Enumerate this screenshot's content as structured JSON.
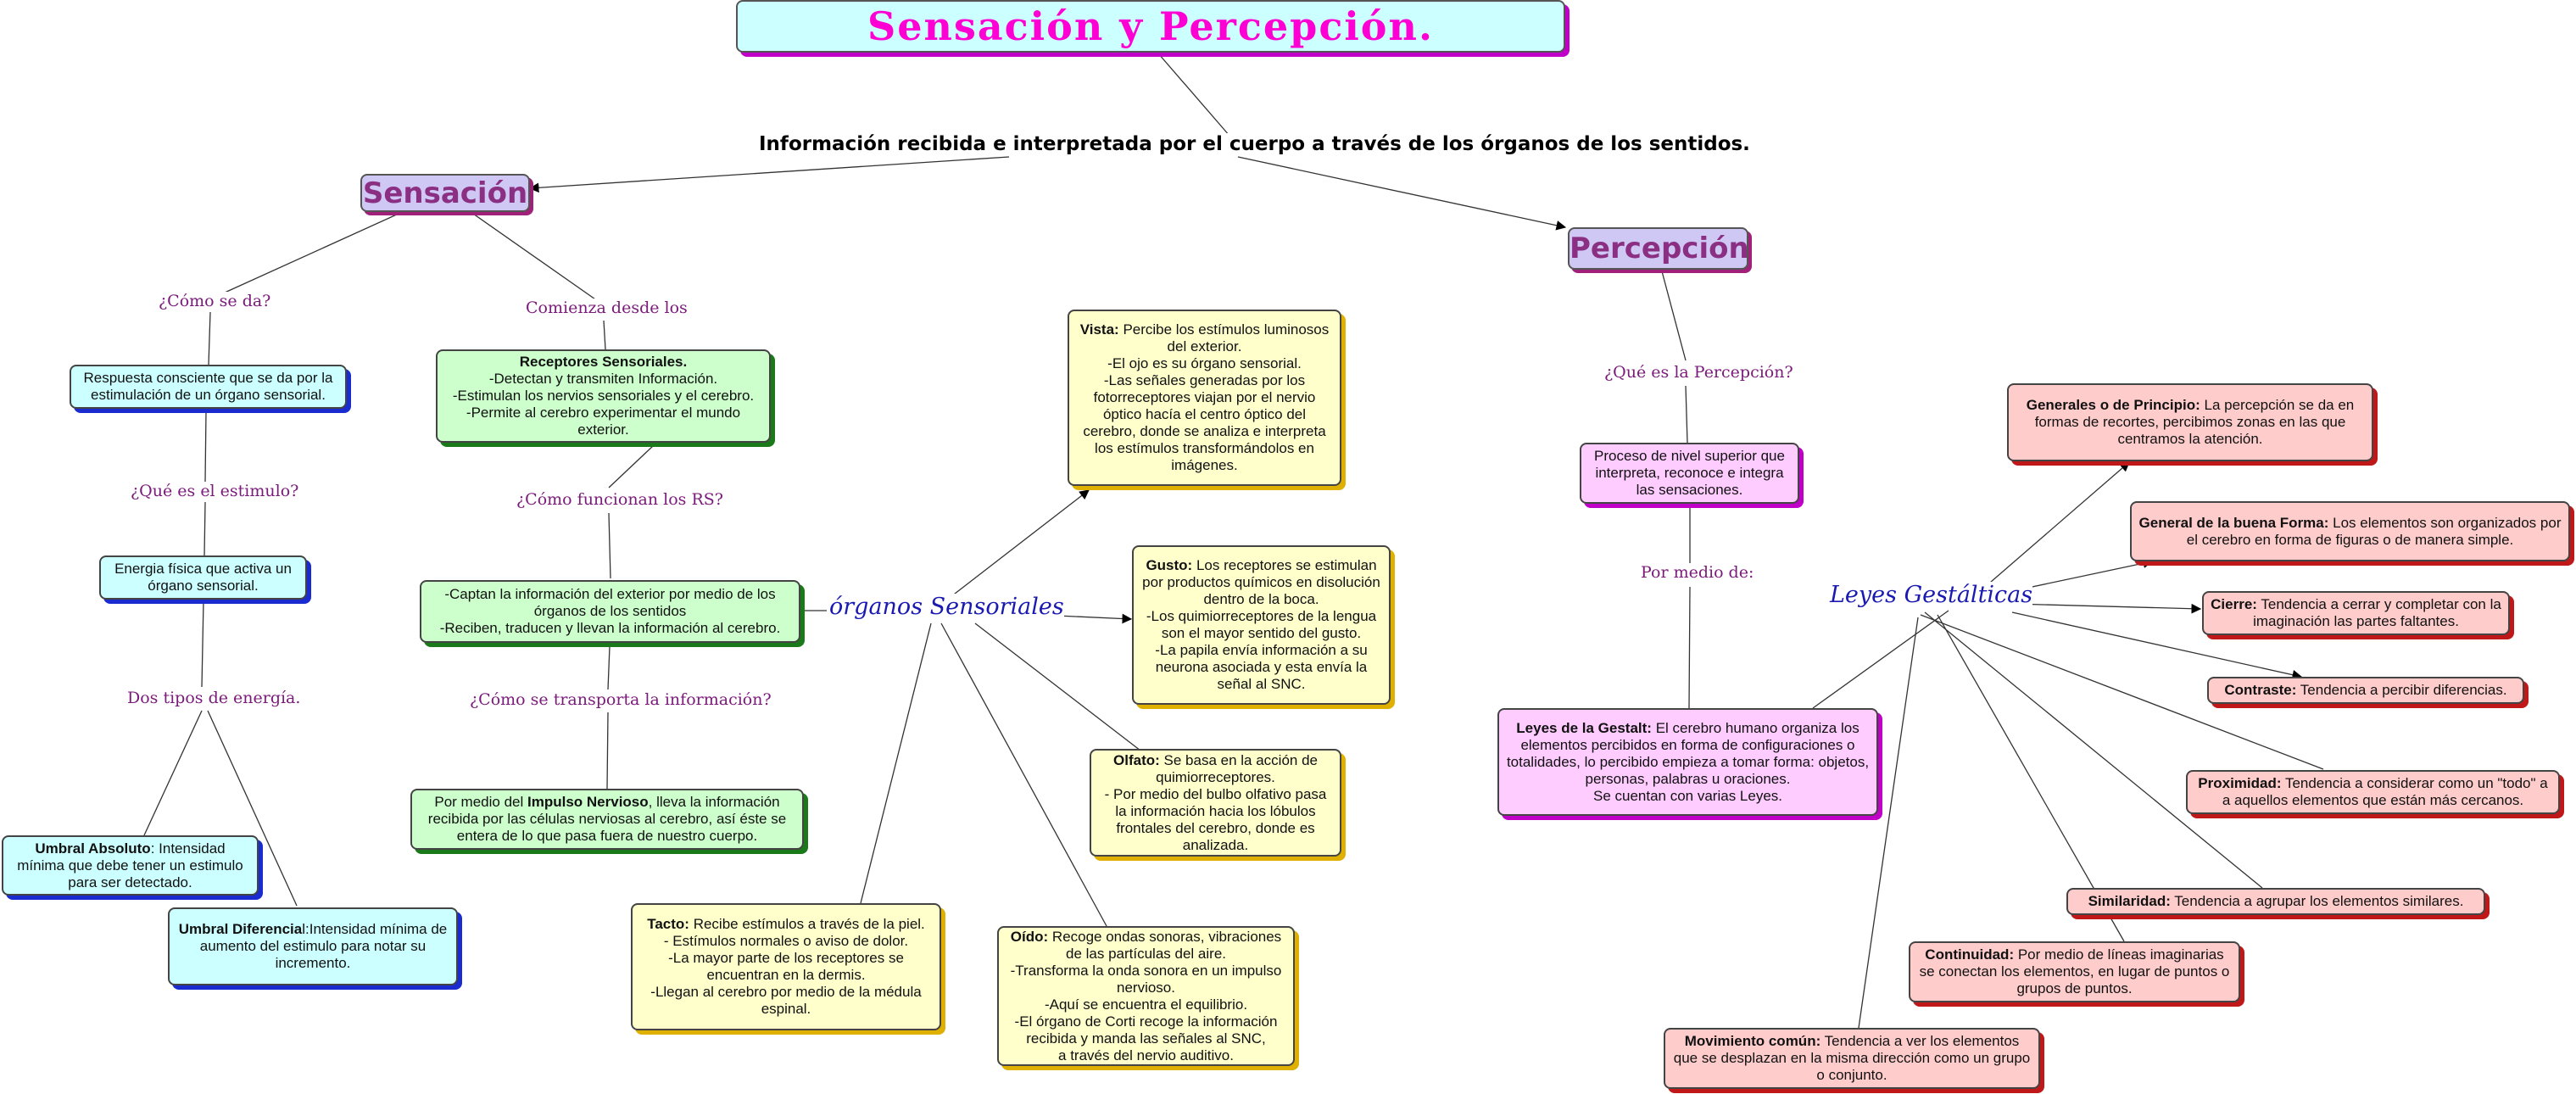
{
  "title": "Sensación y Percepción.",
  "definition": "Información recibida e interpretada por el cuerpo a través de los órganos de los sentidos.",
  "concepts": {
    "sensacion": "Sensación",
    "percepcion": "Percepción"
  },
  "link_labels": {
    "como_se_da": "¿Cómo se da?",
    "comienza": "Comienza desde los",
    "que_es_estimulo": "¿Qué es el estimulo?",
    "como_funcionan": "¿Cómo funcionan los RS?",
    "dos_tipos": "Dos tipos de energía.",
    "como_transporta": "¿Cómo se transporta la información?",
    "que_es_percepcion": "¿Qué es la Percepción?",
    "por_medio": "Por medio de:"
  },
  "hubs": {
    "organos": "órganos Sensoriales",
    "leyes": "Leyes Gestálticas"
  },
  "nodes": {
    "respuesta": {
      "text": "Respuesta consciente que se da por la estimulación de un órgano sensorial."
    },
    "energia": {
      "text": "Energia física que activa un órgano sensorial."
    },
    "umbral_absoluto": {
      "bold": "Umbral Absoluto",
      "text": ": Intensidad mínima que debe tener un estimulo para ser detectado."
    },
    "umbral_diferencial": {
      "bold": "Umbral Diferencia",
      "text": "l:Intensidad mínima de aumento del estimulo para notar su incremento."
    },
    "receptores": {
      "bold": "Receptores Sensoriales.",
      "text": "-Detectan y transmiten Información.\n-Estimulan los nervios sensoriales y el cerebro.\n-Permite al cerebro experimentar el mundo exterior."
    },
    "captan": {
      "text": "-Captan la información del exterior por medio de los órganos de los sentidos\n-Reciben, traducen y llevan la información al cerebro."
    },
    "impulso": {
      "pre": "Por medio del ",
      "bold": "Impulso Nervioso",
      "text": ", lleva la información recibida por las células nerviosas al cerebro, así éste se entera de lo que pasa fuera de nuestro cuerpo."
    },
    "vista": {
      "bold": "Vista:",
      "text": " Percibe los estímulos luminosos del exterior.\n-El ojo es su órgano sensorial.\n-Las señales generadas por los fotorreceptores viajan por el nervio óptico hacía el centro óptico del cerebro, donde se analiza e interpreta los estímulos transformándolos en imágenes."
    },
    "gusto": {
      "bold": "Gusto:",
      "text": " Los receptores se estimulan por productos químicos en disolución dentro de la boca.\n-Los quimiorreceptores de la lengua son el mayor sentido del gusto.\n-La papila envía información a su neurona asociada y esta envía la señal al SNC."
    },
    "olfato": {
      "bold": "Olfato:",
      "text": " Se basa en la acción de quimiorreceptores.\n- Por medio del bulbo olfativo pasa la información hacia los lóbulos frontales del cerebro, donde es analizada."
    },
    "tacto": {
      "bold": "Tacto:",
      "text": " Recibe estímulos a través de la piel.\n- Estímulos normales o aviso de dolor.\n-La mayor parte de los receptores se encuentran en la dermis.\n-Llegan al cerebro por medio de la médula espinal."
    },
    "oido": {
      "bold": "Oído:",
      "text": " Recoge ondas sonoras, vibraciones de las partículas del aire.\n-Transforma la onda sonora en un impulso nervioso.\n-Aquí se encuentra el equilibrio.\n-El órgano de Corti recoge la información recibida y manda las señales al SNC,\na través del nervio auditivo."
    },
    "proceso": {
      "text": "Proceso de nivel superior que interpreta, reconoce e integra las sensaciones."
    },
    "leyes_gestalt": {
      "bold": "Leyes de la Gestalt:",
      "text": " El cerebro humano organiza los elementos percibidos en forma de configuraciones o totalidades, lo percibido empieza a tomar forma: objetos, personas, palabras u oraciones.\nSe cuentan con varias Leyes."
    },
    "generales": {
      "bold": "Generales o de Principio:",
      "text": " La percepción se da en formas de recortes, percibimos zonas en las que centramos la atención."
    },
    "buena_forma": {
      "bold": "General de la buena Forma:",
      "text": " Los elementos son organizados por el cerebro en forma de figuras o de manera simple."
    },
    "cierre": {
      "bold": "Cierre:",
      "text": " Tendencia a cerrar y completar con la imaginación las partes faltantes."
    },
    "contraste": {
      "bold": "Contraste:",
      "text": " Tendencia a percibir diferencias."
    },
    "proximidad": {
      "bold": "Proximidad:",
      "text": " Tendencia a considerar como un \"todo\" a a aquellos elementos que están más cercanos."
    },
    "similaridad": {
      "bold": "Similaridad:",
      "text": " Tendencia a agrupar los elementos similares."
    },
    "continuidad": {
      "bold": "Continuidad:",
      "text": " Por medio de líneas imaginarias se conectan los elementos, en lugar de puntos o grupos de puntos."
    },
    "movimiento": {
      "bold": "Movimiento común:",
      "text": " Tendencia a ver los elementos que se desplazan en la misma dirección como un grupo o conjunto."
    }
  }
}
